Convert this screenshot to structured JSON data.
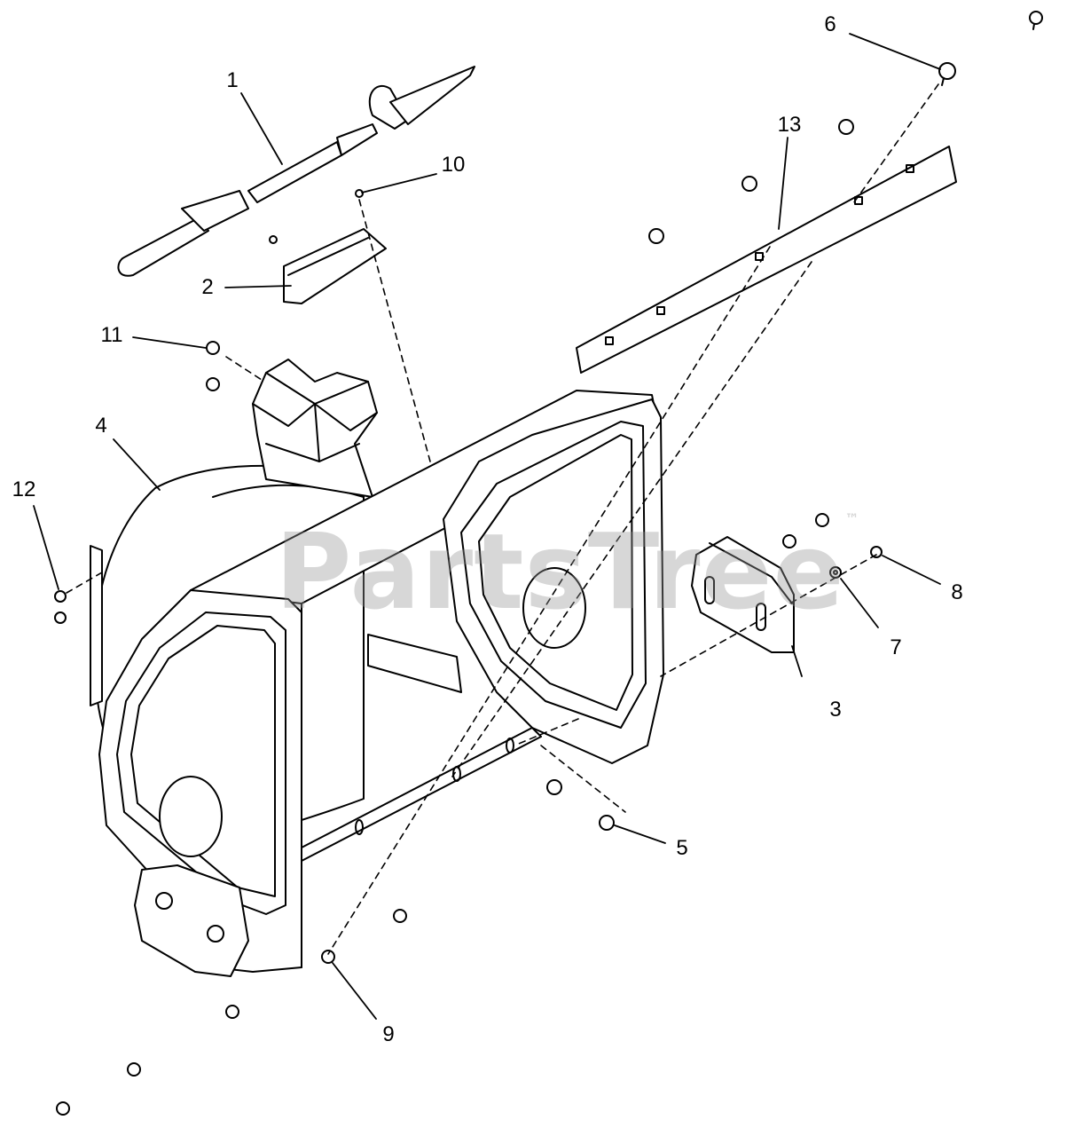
{
  "watermark": {
    "text": "PartsTree",
    "tm": "™"
  },
  "callouts": [
    {
      "id": "1",
      "label": "1"
    },
    {
      "id": "2",
      "label": "2"
    },
    {
      "id": "3",
      "label": "3"
    },
    {
      "id": "4",
      "label": "4"
    },
    {
      "id": "5",
      "label": "5"
    },
    {
      "id": "6",
      "label": "6"
    },
    {
      "id": "7",
      "label": "7"
    },
    {
      "id": "8",
      "label": "8"
    },
    {
      "id": "9",
      "label": "9"
    },
    {
      "id": "10",
      "label": "10"
    },
    {
      "id": "11",
      "label": "11"
    },
    {
      "id": "12",
      "label": "12"
    },
    {
      "id": "13",
      "label": "13"
    }
  ],
  "colors": {
    "line": "#000000",
    "fill": "#ffffff",
    "watermark": "#969696"
  }
}
